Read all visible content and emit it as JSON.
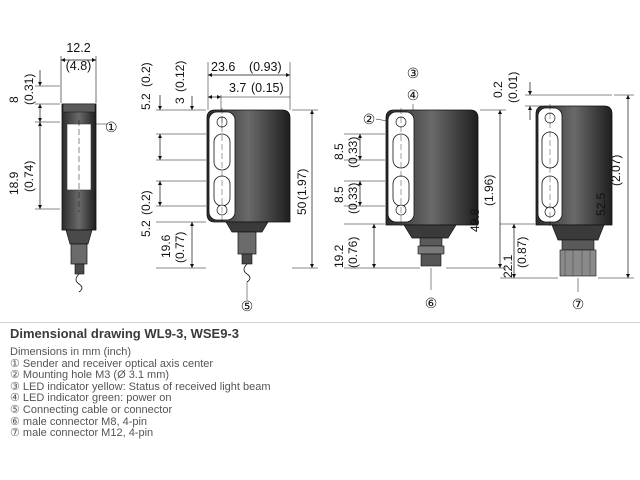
{
  "drawing": {
    "view1": {
      "width_label": "12.2",
      "width_inch": "(4.8)",
      "top_label": "8",
      "top_inch": "(0.31)",
      "axis_label": "18.9",
      "axis_inch": "(0.74)"
    },
    "view2": {
      "width_label": "23.6",
      "width_inch": "(0.93)",
      "offset_label": "3.7",
      "offset_inch": "(0.15)",
      "top_label": "5.2",
      "top_inch": "(0.2)",
      "top2_label": "3",
      "top2_inch": "(0.12)",
      "bottom_label": "5.2",
      "bottom_inch": "(0.2)",
      "cable_label": "19.6",
      "cable_inch": "(0.77)",
      "height_label": "50",
      "height_inch": "(1.97)"
    },
    "view3": {
      "hole1_label": "8.5",
      "hole1_inch": "(0.33)",
      "hole2_label": "8.5",
      "hole2_inch": "(0.33)",
      "conn_label": "19.2",
      "conn_inch": "(0.76)",
      "height_label": "49.8",
      "height_inch": "(1.96)"
    },
    "view4": {
      "top_label": "0.2",
      "top_inch": "(0.01)",
      "conn_label": "22.1",
      "conn_inch": "(0.87)",
      "height_label": "52.5",
      "height_inch": "(2.07)"
    },
    "callouts": [
      "①",
      "②",
      "③",
      "④",
      "⑤",
      "⑥",
      "⑦"
    ]
  },
  "caption": {
    "title": "Dimensional drawing WL9-3, WSE9-3",
    "lines": [
      "Dimensions in mm (inch)",
      "① Sender and receiver optical axis center",
      "② Mounting hole M3 (Ø 3.1 mm)",
      "③ LED indicator yellow: Status of received light beam",
      "④ LED indicator green: power on",
      "⑤ Connecting cable or connector",
      "⑥ male connector M8, 4-pin",
      "⑦ male connector M12, 4-pin"
    ]
  }
}
